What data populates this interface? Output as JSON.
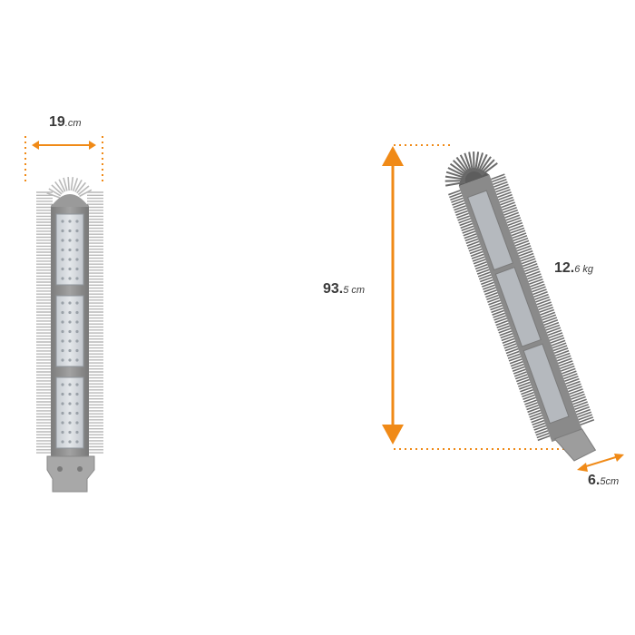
{
  "dimensions": {
    "width": {
      "main": "19",
      "unit": ".cm"
    },
    "height": {
      "main": "93.",
      "sub": "5 cm"
    },
    "weight": {
      "main": "12.",
      "sub": "6 kg"
    },
    "depth": {
      "main": "6.",
      "sub": "5cm"
    }
  },
  "colors": {
    "accent": "#f08a17",
    "housing": "#8c8c8c",
    "housing_dark": "#5d5d5d",
    "fins": "#b9b9b9",
    "led_panel": "#d7dbe0",
    "text": "#3a3a3a"
  }
}
